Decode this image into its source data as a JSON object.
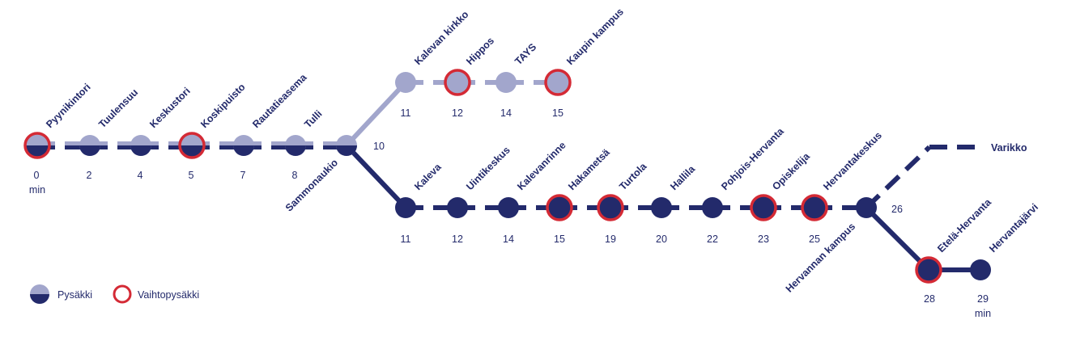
{
  "colors": {
    "navy": "#232a6b",
    "light": "#a2a6cc",
    "red": "#d42a35"
  },
  "trunk": {
    "stops": [
      {
        "name": "Pyynikintori",
        "time": "0",
        "unit": "min",
        "transfer": true
      },
      {
        "name": "Tuulensuu",
        "time": "2",
        "transfer": false
      },
      {
        "name": "Keskustori",
        "time": "4",
        "transfer": false
      },
      {
        "name": "Koskipuisto",
        "time": "5",
        "transfer": true
      },
      {
        "name": "Rautatieasema",
        "time": "7",
        "transfer": false
      },
      {
        "name": "Tulli",
        "time": "8",
        "transfer": false
      }
    ],
    "junction": {
      "name": "Sammonaukio",
      "time": "10"
    }
  },
  "upper_branch": {
    "stops": [
      {
        "name": "Kalevan kirkko",
        "time": "11",
        "transfer": false
      },
      {
        "name": "Hippos",
        "time": "12",
        "transfer": true
      },
      {
        "name": "TAYS",
        "time": "14",
        "transfer": false
      },
      {
        "name": "Kaupin kampus",
        "time": "15",
        "transfer": true
      }
    ]
  },
  "lower_branch": {
    "stops": [
      {
        "name": "Kaleva",
        "time": "11",
        "transfer": false
      },
      {
        "name": "Uintikeskus",
        "time": "12",
        "transfer": false
      },
      {
        "name": "Kalevanrinne",
        "time": "14",
        "transfer": false
      },
      {
        "name": "Hakametsä",
        "time": "15",
        "transfer": true
      },
      {
        "name": "Turtola",
        "time": "19",
        "transfer": true
      },
      {
        "name": "Hallila",
        "time": "20",
        "transfer": false
      },
      {
        "name": "Pohjois-Hervanta",
        "time": "22",
        "transfer": false
      },
      {
        "name": "Opiskelija",
        "time": "23",
        "transfer": true
      },
      {
        "name": "Hervantakeskus",
        "time": "25",
        "transfer": true
      }
    ],
    "junction": {
      "name": "Hervannan kampus",
      "time": "26"
    },
    "depot": {
      "name": "Varikko"
    },
    "end_stops": [
      {
        "name": "Etelä-Hervanta",
        "time": "28",
        "transfer": true
      },
      {
        "name": "Hervantajärvi",
        "time": "29",
        "unit": "min",
        "transfer": false
      }
    ]
  },
  "legend": {
    "stop_label": "Pysäkki",
    "transfer_label": "Vaihtopysäkki"
  }
}
